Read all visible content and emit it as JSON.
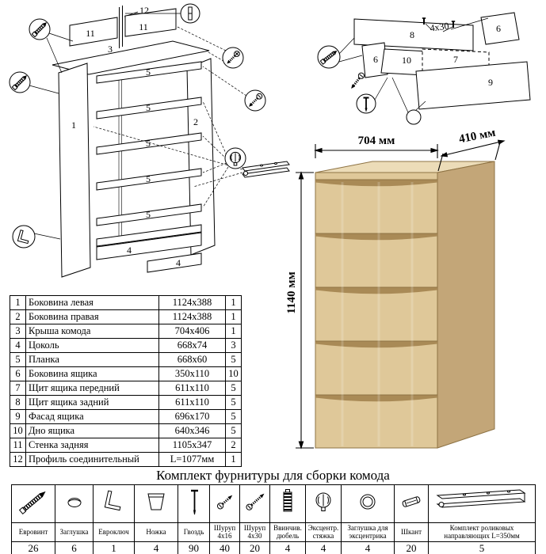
{
  "frame_diagram": {
    "labels": {
      "p1": "1",
      "p2": "2",
      "p3": "3",
      "p4a": "4",
      "p4b": "4",
      "p5a": "5",
      "p5b": "5",
      "p5c": "5",
      "p5d": "5",
      "p5e": "5",
      "p11a": "11",
      "p11b": "11",
      "p12": "12"
    }
  },
  "drawer_diagram": {
    "labels": {
      "p6l": "6",
      "p6r": "6",
      "p7": "7",
      "p8": "8",
      "p9": "9",
      "p10": "10",
      "screw_note": "4x30"
    }
  },
  "dimensions": {
    "width": "704 мм",
    "depth": "410 мм",
    "height": "1140 мм"
  },
  "colors": {
    "wood_top": "#ecdcb8",
    "wood_front": "#dfc899",
    "wood_side": "#c3a678",
    "groove_shadow": "#a98a56",
    "wood_line": "#8e7344"
  },
  "parts_table": {
    "rows": [
      {
        "num": "1",
        "name": "Боковина левая",
        "size": "1124x388",
        "qty": "1"
      },
      {
        "num": "2",
        "name": "Боковина правая",
        "size": "1124x388",
        "qty": "1"
      },
      {
        "num": "3",
        "name": "Крыша комода",
        "size": "704x406",
        "qty": "1"
      },
      {
        "num": "4",
        "name": "Цоколь",
        "size": "668x74",
        "qty": "3"
      },
      {
        "num": "5",
        "name": "Планка",
        "size": "668x60",
        "qty": "5"
      },
      {
        "num": "6",
        "name": "Боковина ящика",
        "size": "350x110",
        "qty": "10"
      },
      {
        "num": "7",
        "name": "Щит ящика передний",
        "size": "611x110",
        "qty": "5"
      },
      {
        "num": "8",
        "name": "Щит ящика задний",
        "size": "611x110",
        "qty": "5"
      },
      {
        "num": "9",
        "name": "Фасад ящика",
        "size": "696x170",
        "qty": "5"
      },
      {
        "num": "10",
        "name": "Дно ящика",
        "size": "640x346",
        "qty": "5"
      },
      {
        "num": "11",
        "name": "Стенка задняя",
        "size": "1105x347",
        "qty": "2"
      },
      {
        "num": "12",
        "name": "Профиль соединительный",
        "size": "L=1077мм",
        "qty": "1"
      }
    ]
  },
  "hardware": {
    "title": "Комплект фурнитуры для сборки комода",
    "items": [
      {
        "name": "Евровинт",
        "qty": "26"
      },
      {
        "name": "Заглушка",
        "qty": "6"
      },
      {
        "name": "Евроключ",
        "qty": "1"
      },
      {
        "name": "Ножка",
        "qty": "4"
      },
      {
        "name": "Гвоздь",
        "qty": "90"
      },
      {
        "name": "Шуруп 4x16",
        "qty": "40"
      },
      {
        "name": "Шуруп 4x30",
        "qty": "20"
      },
      {
        "name": "Ввинчив. дюбель",
        "qty": "4"
      },
      {
        "name": "Эксцентр. стяжка",
        "qty": "4"
      },
      {
        "name": "Заглушка для эксцентрика",
        "qty": "4"
      },
      {
        "name": "Шкант",
        "qty": "20"
      },
      {
        "name": "Комплект роликовых направляющих L=350мм",
        "qty": "5"
      }
    ]
  }
}
